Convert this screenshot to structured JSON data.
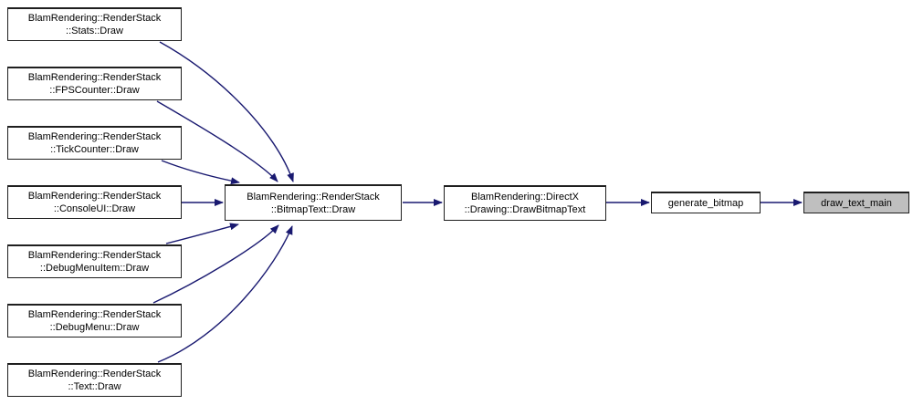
{
  "diagram": {
    "type": "call-graph",
    "background_color": "#ffffff",
    "edge_color": "#191970",
    "node_border_color": "#1f1f1f",
    "node_fill_color": "#ffffff",
    "highlighted_node_fill_color": "#bfbfbf",
    "nodes": [
      {
        "id": "stats-draw",
        "label": "BlamRendering::RenderStack\n::Stats::Draw",
        "highlighted": false
      },
      {
        "id": "fpscounter-draw",
        "label": "BlamRendering::RenderStack\n::FPSCounter::Draw",
        "highlighted": false
      },
      {
        "id": "tickcounter-draw",
        "label": "BlamRendering::RenderStack\n::TickCounter::Draw",
        "highlighted": false
      },
      {
        "id": "consoleui-draw",
        "label": "BlamRendering::RenderStack\n::ConsoleUI::Draw",
        "highlighted": false
      },
      {
        "id": "debugmenuitem-draw",
        "label": "BlamRendering::RenderStack\n::DebugMenuItem::Draw",
        "highlighted": false
      },
      {
        "id": "debugmenu-draw",
        "label": "BlamRendering::RenderStack\n::DebugMenu::Draw",
        "highlighted": false
      },
      {
        "id": "text-draw",
        "label": "BlamRendering::RenderStack\n::Text::Draw",
        "highlighted": false
      },
      {
        "id": "bitmaptext-draw",
        "label": "BlamRendering::RenderStack\n::BitmapText::Draw",
        "highlighted": false
      },
      {
        "id": "drawbitmaptext",
        "label": "BlamRendering::DirectX\n::Drawing::DrawBitmapText",
        "highlighted": false
      },
      {
        "id": "generate-bitmap",
        "label": "generate_bitmap",
        "highlighted": false
      },
      {
        "id": "draw-text-main",
        "label": "draw_text_main",
        "highlighted": true
      }
    ],
    "edges": [
      {
        "from": "stats-draw",
        "to": "bitmaptext-draw"
      },
      {
        "from": "fpscounter-draw",
        "to": "bitmaptext-draw"
      },
      {
        "from": "tickcounter-draw",
        "to": "bitmaptext-draw"
      },
      {
        "from": "consoleui-draw",
        "to": "bitmaptext-draw"
      },
      {
        "from": "debugmenuitem-draw",
        "to": "bitmaptext-draw"
      },
      {
        "from": "debugmenu-draw",
        "to": "bitmaptext-draw"
      },
      {
        "from": "text-draw",
        "to": "bitmaptext-draw"
      },
      {
        "from": "bitmaptext-draw",
        "to": "drawbitmaptext"
      },
      {
        "from": "drawbitmaptext",
        "to": "generate-bitmap"
      },
      {
        "from": "generate-bitmap",
        "to": "draw-text-main"
      }
    ]
  }
}
